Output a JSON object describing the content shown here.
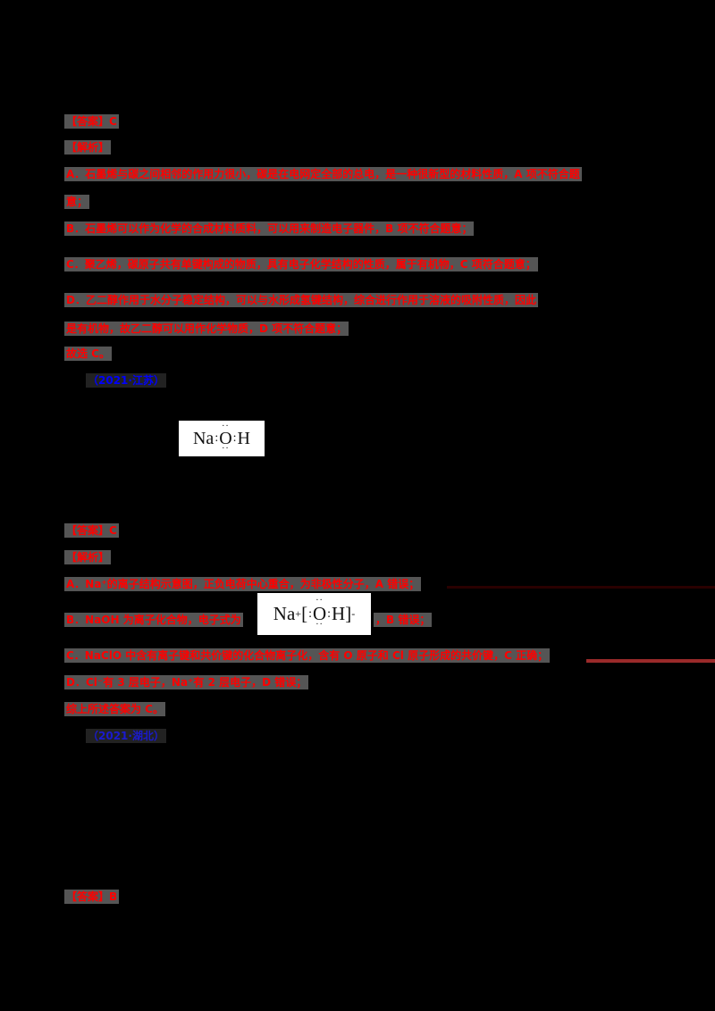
{
  "q1": {
    "answer": "【答案】C",
    "analysis_label": "【解析】",
    "optA_line1": "A．石墨烯与碳之间相邻的作用力很小，碳是在电网定全部的总电，是一种很新型的材料性质，A 项不符合题",
    "optA_line2": "意；",
    "optB": "B．石墨烯可以作为化学的合成材料质料，可以用来制造电子器件，B 项不符合题意；",
    "optC": "C．聚乙烯，碳原子共有单键构成的物质，具有电子化学结构的性质，属于有机物，C 项符合题意；",
    "optD_line1": "D．乙二醇作用于水分子稳定结构，可以与水形成氢键结构，综合进行作用于溶液的吸附性质，因此",
    "optD_line2": "是有机物，故乙二醇可以用作化学物质，D 项不符合题意；",
    "conclusion": "故选 C。",
    "source_tag": "（2021·江苏）",
    "formula": {
      "na": "Na",
      "o": "O",
      "h": "H",
      "dots": "··"
    }
  },
  "q2": {
    "answer": "【答案】C",
    "analysis_label": "【解析】",
    "optA": "A．Na⁺的离子结构示意图，正负电荷中心重合，为非极性分子，A 错误；",
    "optB_pre": "B．NaOH 为离子化合物，电子式为",
    "optB_post": "，B 错误；",
    "optC": "C．NaClO 中含有离子键和共价键的化合物离子化，含有 O 原子和 Cl 原子形成的共价键，C 正确；",
    "optD": "D．Cl⁻有 3 层电子，Na⁺有 2 层电子，D 错误；",
    "conclusion": "综上所述答案为 C。",
    "source_tag": "（2021·湖北）",
    "formula": {
      "na": "Na",
      "plus": "+",
      "lb": "[",
      "o": "O",
      "h": "H",
      "rb": "]",
      "minus": "-",
      "dots": "··"
    }
  },
  "q3": {
    "answer": "【答案】B"
  },
  "colors": {
    "text_red": "#ff0000",
    "highlight": "#555555",
    "blue": "#0000ff",
    "rule_red": "#9a2a2a"
  }
}
